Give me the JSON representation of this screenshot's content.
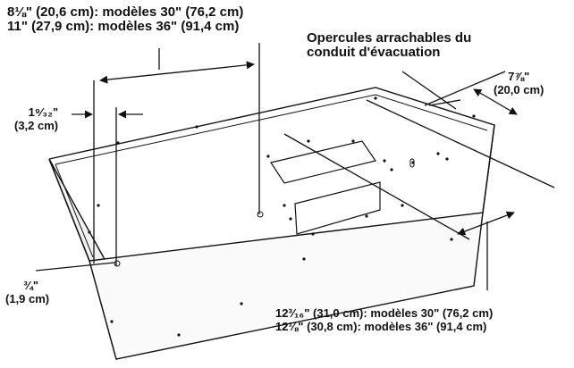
{
  "labels": {
    "top_width": {
      "line1": "8⅛\" (20,6 cm): modèles 30\" (76,2 cm)",
      "line2": "11\" (27,9 cm): modèles 36\" (91,4 cm)"
    },
    "knockouts": {
      "line1": "Opercules arrachables du",
      "line2": "conduit d'évacuation"
    },
    "depth": {
      "line1": "7⅞\"",
      "line2": "(20,0 cm)"
    },
    "side_offset": {
      "line1": "1⁹⁄₃₂\"",
      "line2": "(3,2 cm)"
    },
    "bottom_offset": {
      "line1": "¾\"",
      "line2": "(1,9 cm)"
    },
    "bottom_width": {
      "line1": "12³⁄₁₆\" (31,0 cm): modèles 30\" (76,2 cm)",
      "line2": "12⅛\" (30,8 cm): modèles 36\" (91,4 cm)"
    }
  }
}
